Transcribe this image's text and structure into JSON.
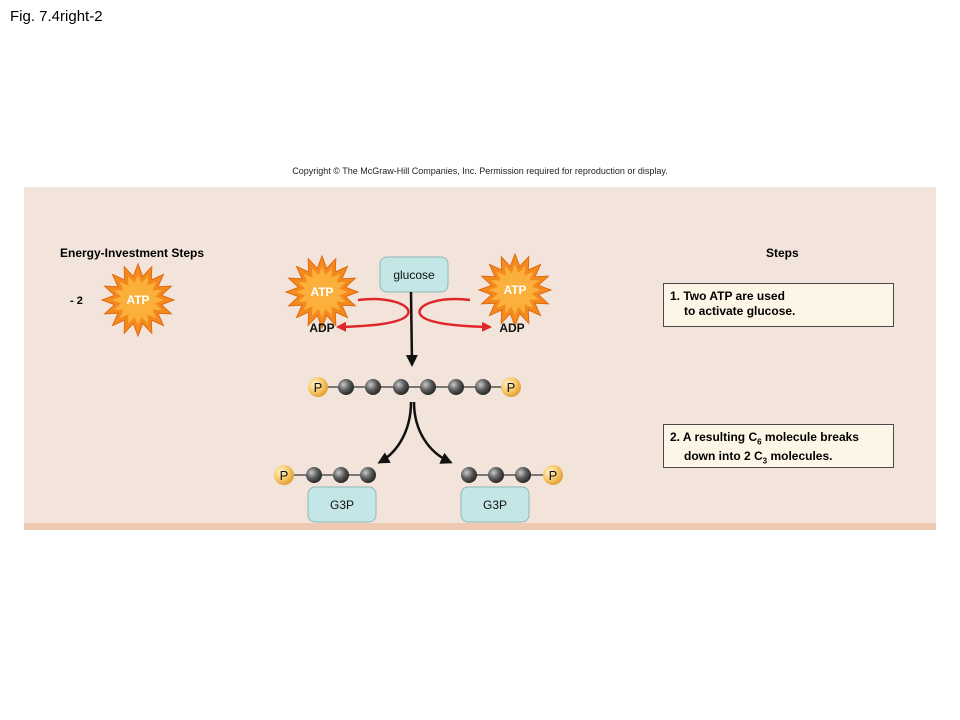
{
  "figure_label": "Fig. 7.4right-2",
  "copyright": "Copyright © The McGraw-Hill Companies, Inc. Permission required for reproduction or display.",
  "energy_investment": {
    "heading": "Energy-Investment  Steps",
    "count": "- 2",
    "atp_label": "ATP"
  },
  "steps_heading": "Steps",
  "steps": {
    "step1_line1": "1. Two ATP are used",
    "step1_line2": "to activate glucose.",
    "step2_line1_pre": "2. A resulting C",
    "step2_line1_sub": "6",
    "step2_line1_post": " molecule breaks",
    "step2_line2_pre": "down into 2 C",
    "step2_line2_sub": "3",
    "step2_line2_post": " molecules."
  },
  "diagram": {
    "glucose_label": "glucose",
    "atp_left": "ATP",
    "atp_right": "ATP",
    "adp_left": "ADP",
    "adp_right": "ADP",
    "phosphate": "P",
    "g3p_left": "G3P",
    "g3p_right": "G3P"
  },
  "colors": {
    "panel": "#f2e4da",
    "atp_burst_outer": "#f48a1e",
    "atp_burst_inner": "#fbb03b",
    "arrow_red": "#e0262b",
    "phosphate": "#f7c96a",
    "carbon": "#555555",
    "molecule_box": "#c4e6e6"
  }
}
